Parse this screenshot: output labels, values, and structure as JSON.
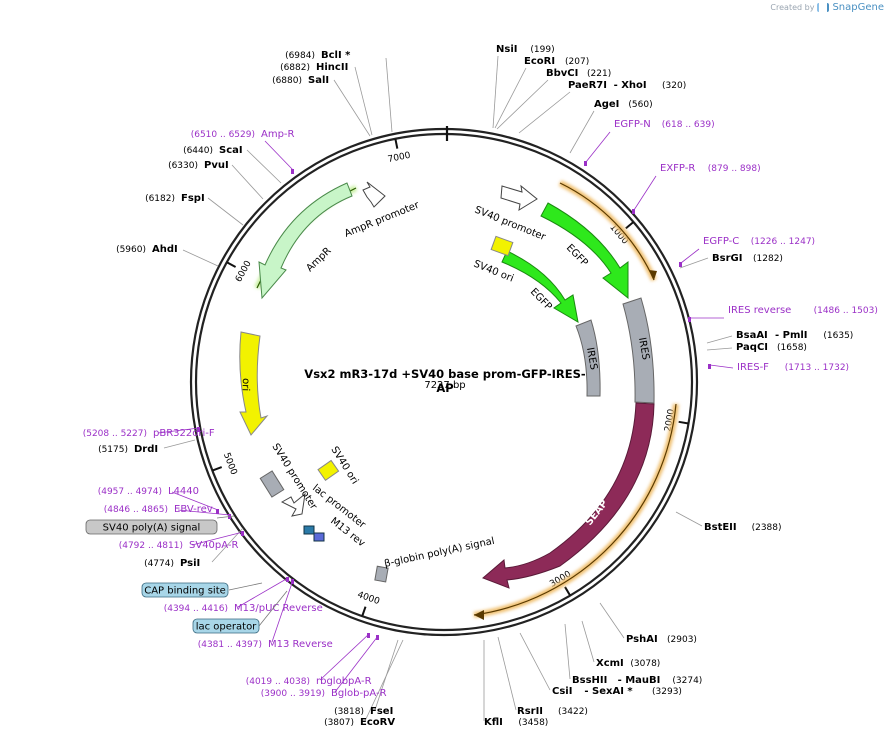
{
  "branding": {
    "created_by": "Created by",
    "app": "SnapGene"
  },
  "plasmid": {
    "name": "Vsx2 mR3-17d +SV40 base prom-GFP-IRES-AP",
    "length_label": "7227 bp",
    "length": 7227
  },
  "colors": {
    "backbone": "#222222",
    "primer": "#9b30c7",
    "green_feature": "#2ee81c",
    "light_green": "#c8f5c8",
    "ori_yellow": "#f2f200",
    "ires_gray": "#a8adb5",
    "seap_purple": "#8d2a58",
    "orange_glow": "#f0c070",
    "blue_box": "#a8d6e8",
    "gray_box": "#c8c8c8"
  },
  "ruler": [
    "1000",
    "2000",
    "3000",
    "4000",
    "5000",
    "6000",
    "7000"
  ],
  "sites": [
    {
      "name": "NsiI",
      "pos": "(199)"
    },
    {
      "name": "EcoRI",
      "pos": "(207)"
    },
    {
      "name": "BbvCI",
      "pos": "(221)"
    },
    {
      "name": "PaeR7I",
      "extra": "- XhoI",
      "pos": "(320)"
    },
    {
      "name": "AgeI",
      "pos": "(560)"
    },
    {
      "name": "BsrGI",
      "pos": "(1282)"
    },
    {
      "name": "BsaAI",
      "extra": "- PmlI",
      "pos": "(1635)"
    },
    {
      "name": "PaqCI",
      "pos": "(1658)"
    },
    {
      "name": "BstEII",
      "pos": "(2388)"
    },
    {
      "name": "PshAI",
      "pos": "(2903)"
    },
    {
      "name": "XcmI",
      "pos": "(3078)"
    },
    {
      "name": "BssHII",
      "extra": "- MauBI",
      "pos": "(3274)"
    },
    {
      "name": "CsiI",
      "extra": "- SexAI *",
      "pos": "(3293)"
    },
    {
      "name": "RsrII",
      "pos": "(3422)"
    },
    {
      "name": "KflI",
      "pos": "(3458)"
    },
    {
      "name": "FseI",
      "pos": "(3818)"
    },
    {
      "name": "EcoRV",
      "pos": "(3807)"
    },
    {
      "name": "PsiI",
      "pos": "(4774)"
    },
    {
      "name": "DrdI",
      "pos": "(5175)"
    },
    {
      "name": "AhdI",
      "pos": "(5960)"
    },
    {
      "name": "FspI",
      "pos": "(6182)"
    },
    {
      "name": "PvuI",
      "pos": "(6330)"
    },
    {
      "name": "ScaI",
      "pos": "(6440)"
    },
    {
      "name": "SalI",
      "pos": "(6880)"
    },
    {
      "name": "HincII",
      "pos": "(6882)"
    },
    {
      "name": "BclI *",
      "pos": "(6984)"
    }
  ],
  "primers": [
    {
      "name": "EGFP-N",
      "range": "(618 .. 639)"
    },
    {
      "name": "EXFP-R",
      "range": "(879 .. 898)"
    },
    {
      "name": "EGFP-C",
      "range": "(1226 .. 1247)"
    },
    {
      "name": "IRES reverse",
      "range": "(1486 .. 1503)"
    },
    {
      "name": "IRES-F",
      "range": "(1713 .. 1732)"
    },
    {
      "name": "Amp-R",
      "range": "(6510 .. 6529)"
    },
    {
      "name": "pBR322ori-F",
      "range": "(5208 .. 5227)"
    },
    {
      "name": "L4440",
      "range": "(4957 .. 4974)"
    },
    {
      "name": "EBV-rev",
      "range": "(4846 .. 4865)"
    },
    {
      "name": "SV40pA-R",
      "range": "(4792 .. 4811)"
    },
    {
      "name": "M13/pUC Reverse",
      "range": "(4394 .. 4416)"
    },
    {
      "name": "M13 Reverse",
      "range": "(4381 .. 4397)"
    },
    {
      "name": "rbglobpA-R",
      "range": "(4019 .. 4038)"
    },
    {
      "name": "Bglob-pA-R",
      "range": "(3900 .. 3919)"
    }
  ],
  "boxed_labels": [
    "SV40 poly(A) signal",
    "CAP binding site",
    "lac operator"
  ],
  "features": {
    "sv40_promoter": "SV40 promoter",
    "egfp": "EGFP",
    "sv40_ori": "SV40 ori",
    "ires": "IRES",
    "seap": "SEAP",
    "ampr": "AmpR",
    "ampr_promoter": "AmpR promoter",
    "ori": "ori",
    "lac_promoter": "lac promoter",
    "m13_rev": "M13 rev",
    "beta_globin": "β-globin poly(A) signal"
  }
}
